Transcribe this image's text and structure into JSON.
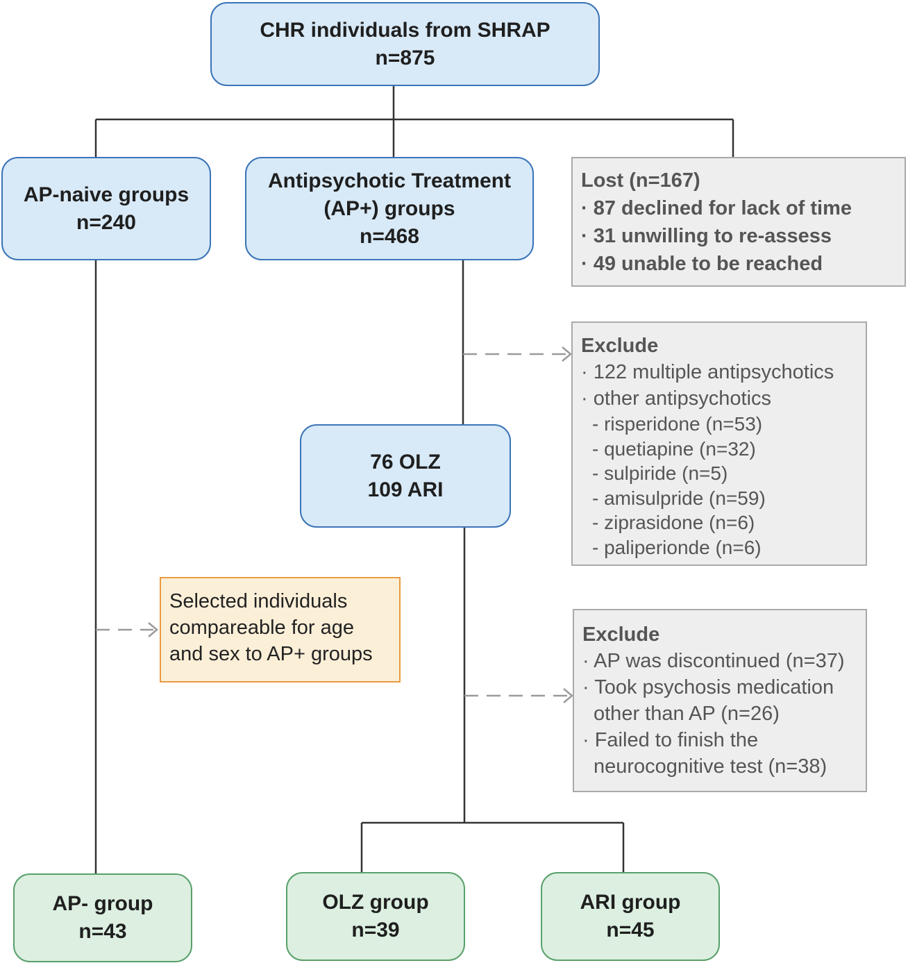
{
  "top": {
    "title": "CHR individuals from SHRAP",
    "count": "n=875"
  },
  "ap_naive": {
    "title": "AP-naive groups",
    "count": "n=240"
  },
  "ap_plus": {
    "title_line1": "Antipsychotic Treatment",
    "title_line2": "(AP+) groups",
    "count": "n=468"
  },
  "lost": {
    "header": "Lost (n=167)",
    "items": [
      "· 87 declined for lack of time",
      "· 31 unwilling to re-assess",
      "· 49 unable to be reached"
    ]
  },
  "exclude1": {
    "header": "Exclude",
    "items": [
      "· 122 multiple antipsychotics",
      "· other antipsychotics"
    ],
    "subitems": [
      "- risperidone (n=53)",
      "- quetiapine (n=32)",
      "- sulpiride (n=5)",
      "- amisulpride (n=59)",
      "- ziprasidone (n=6)",
      "- paliperionde (n=6)"
    ]
  },
  "middle": {
    "line1": "76 OLZ",
    "line2": "109 ARI"
  },
  "selected": {
    "line1": "Selected individuals",
    "line2": "compareable for age",
    "line3": "and sex to AP+ groups"
  },
  "exclude2": {
    "header": "Exclude",
    "item1": "· AP was discontinued (n=37)",
    "item2a": "· Took psychosis medication",
    "item2b": "other than AP (n=26)",
    "item3a": "· Failed to finish the",
    "item3b": "neurocognitive test (n=38)"
  },
  "ap_minus": {
    "title": "AP- group",
    "count": "n=43"
  },
  "olz": {
    "title": "OLZ group",
    "count": "n=39"
  },
  "ari": {
    "title": "ARI group",
    "count": "n=45"
  },
  "colors": {
    "line": "#333333",
    "dashed": "#9a9a9a"
  }
}
